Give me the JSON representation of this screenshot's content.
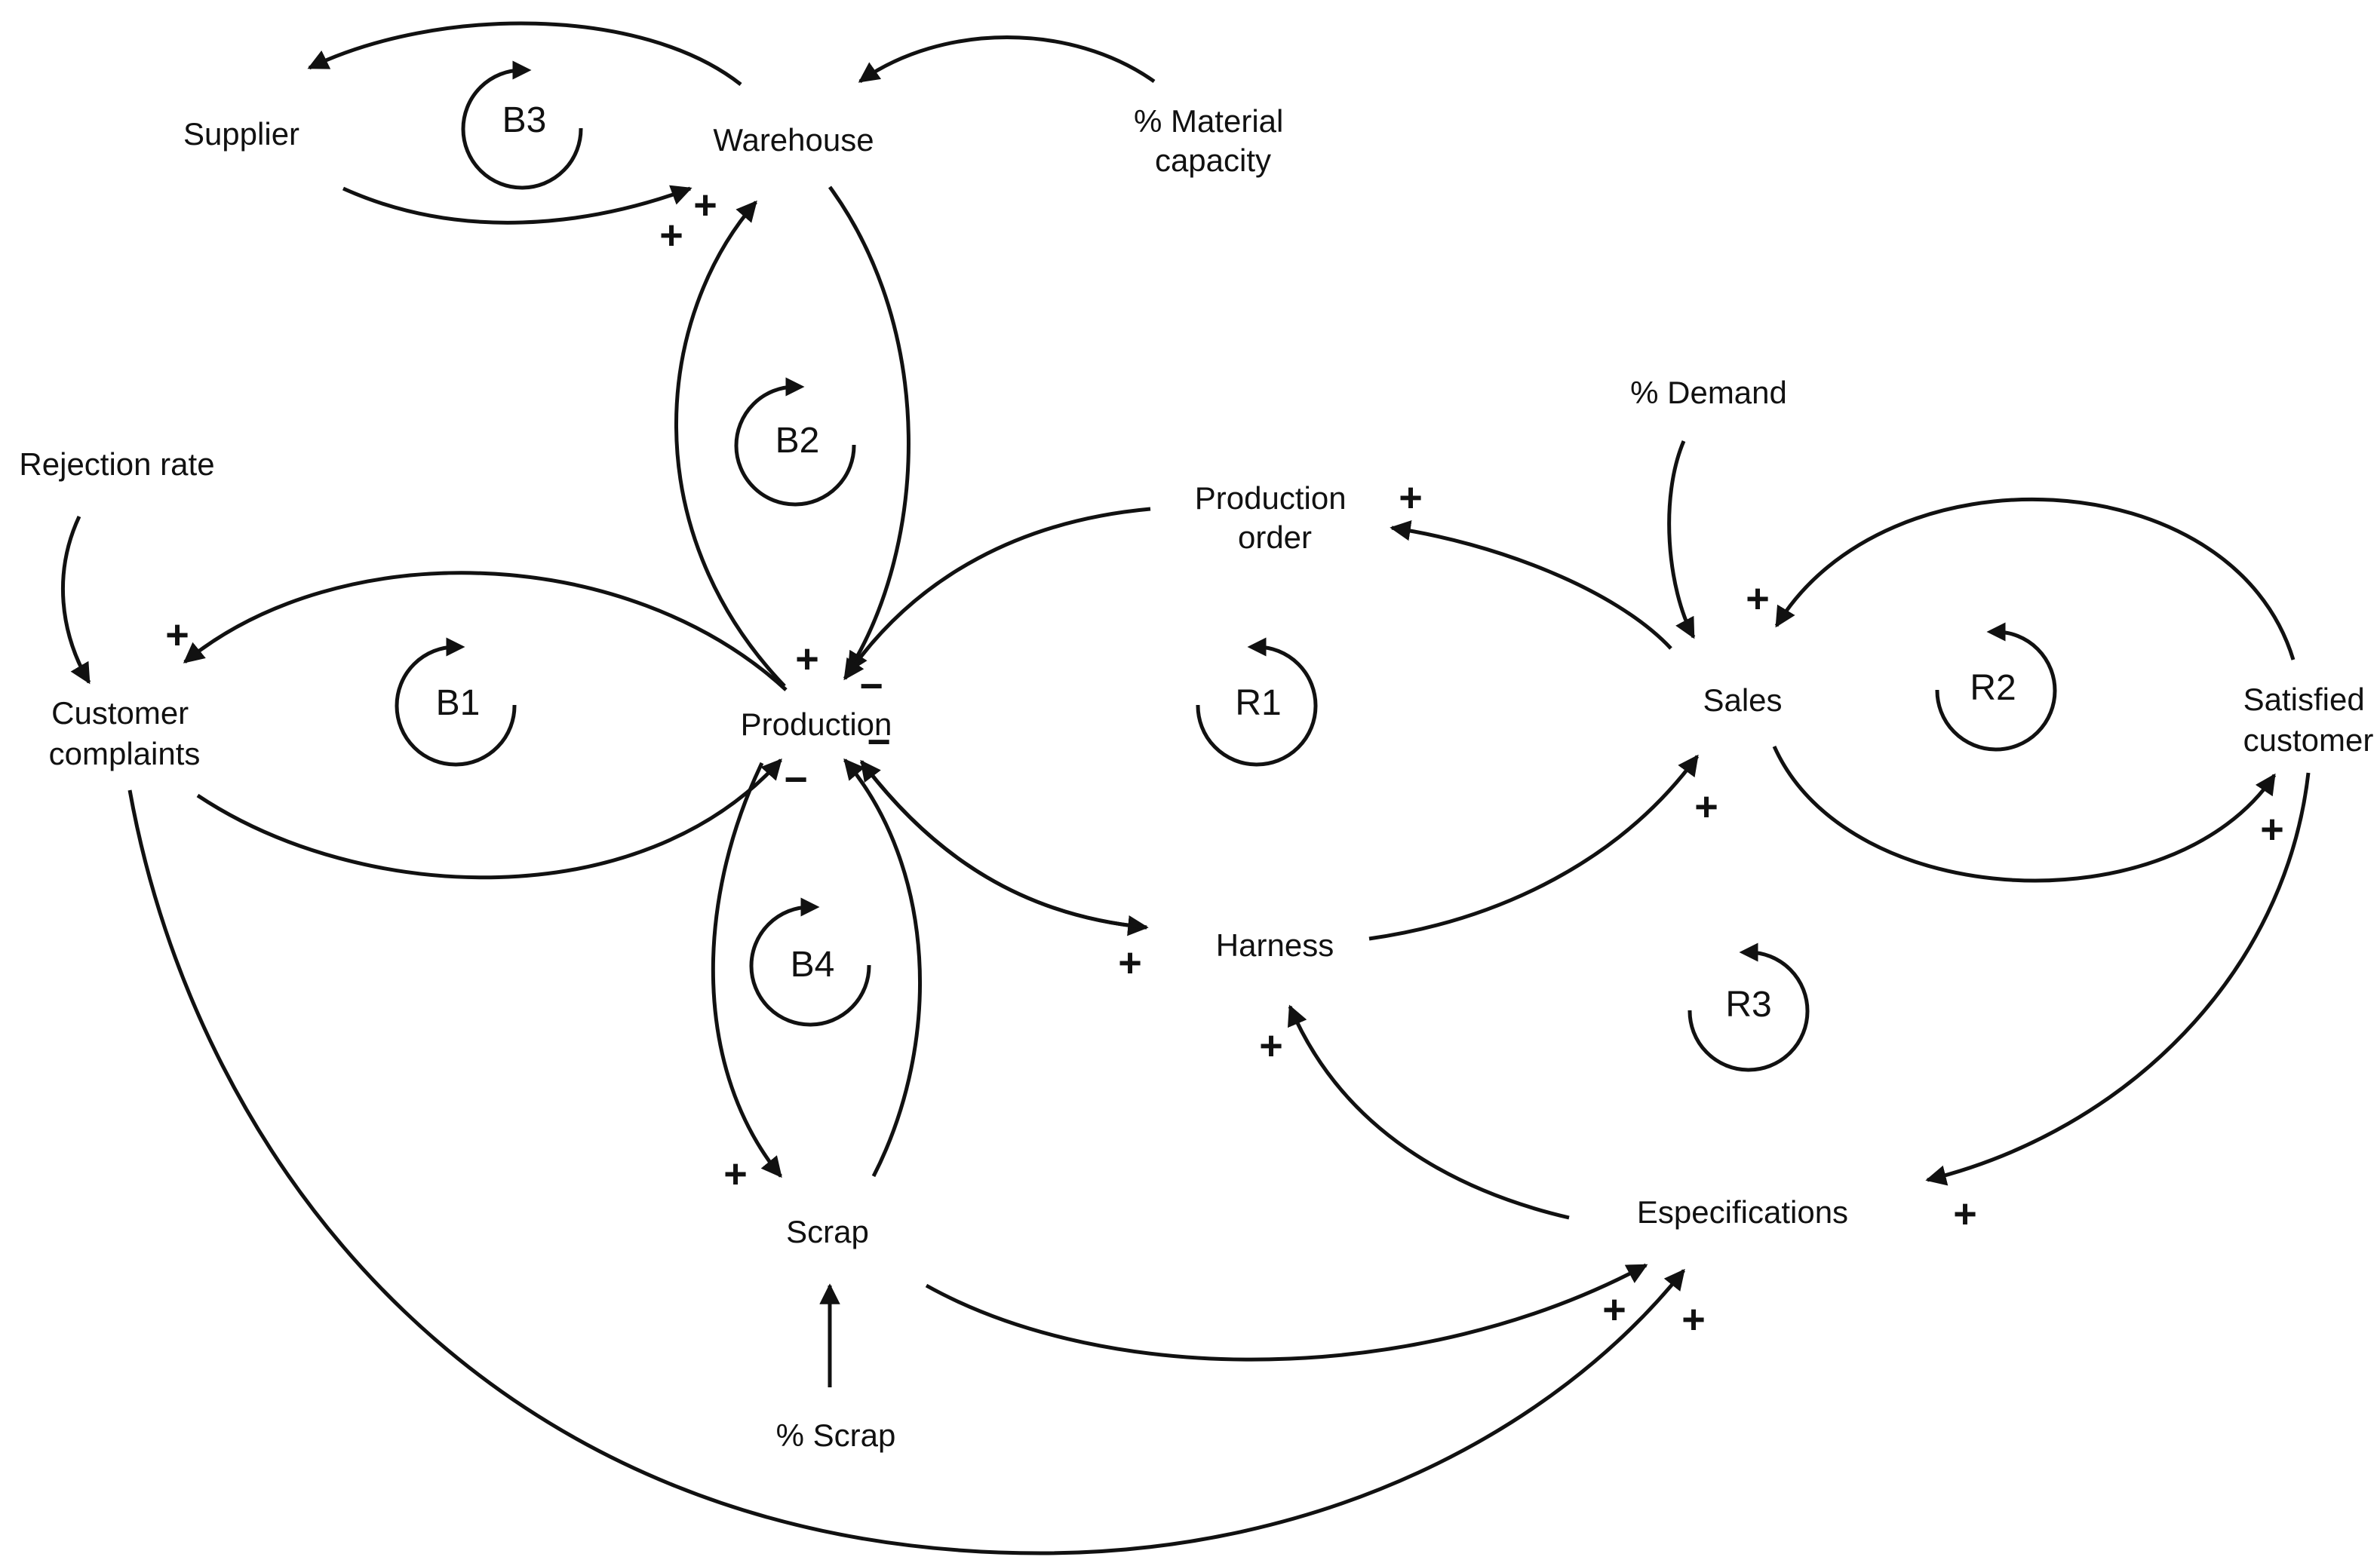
{
  "diagram_type": "causal loop diagram",
  "nodes": {
    "supplier": [
      "Supplier"
    ],
    "warehouse": [
      "Warehouse"
    ],
    "material_capacity": [
      "% Material",
      "capacity"
    ],
    "rejection_rate": [
      "Rejection rate"
    ],
    "customer_complaints": [
      "Customer",
      "complaints"
    ],
    "production": [
      "Production"
    ],
    "production_order": [
      "Production",
      "order"
    ],
    "demand": [
      "% Demand"
    ],
    "sales": [
      "Sales"
    ],
    "satisfied_customer": [
      "Satisfied",
      "customer"
    ],
    "harness": [
      "Harness"
    ],
    "scrap": [
      "Scrap"
    ],
    "scrap_pct": [
      "% Scrap"
    ],
    "especifications": [
      "Especifications"
    ]
  },
  "loops": [
    "B3",
    "B2",
    "B1",
    "B4",
    "R1",
    "R2",
    "R3"
  ],
  "links": [
    {
      "from": "Warehouse",
      "to": "Supplier",
      "polarity": ""
    },
    {
      "from": "Supplier",
      "to": "Warehouse",
      "polarity": "+"
    },
    {
      "from": "% Material capacity",
      "to": "Warehouse",
      "polarity": ""
    },
    {
      "from": "Production",
      "to": "Warehouse",
      "polarity": "+"
    },
    {
      "from": "Warehouse",
      "to": "Production",
      "polarity": "+"
    },
    {
      "from": "Rejection rate",
      "to": "Customer complaints",
      "polarity": ""
    },
    {
      "from": "Production",
      "to": "Customer complaints",
      "polarity": "+"
    },
    {
      "from": "Customer complaints",
      "to": "Production",
      "polarity": "−"
    },
    {
      "from": "Production order",
      "to": "Production",
      "polarity": "−"
    },
    {
      "from": "Sales",
      "to": "Production order",
      "polarity": "+"
    },
    {
      "from": "% Demand",
      "to": "Sales",
      "polarity": ""
    },
    {
      "from": "Satisfied customer",
      "to": "Sales",
      "polarity": "+"
    },
    {
      "from": "Sales",
      "to": "Satisfied customer",
      "polarity": "+"
    },
    {
      "from": "Harness",
      "to": "Sales",
      "polarity": "+"
    },
    {
      "from": "Production",
      "to": "Harness",
      "polarity": "+"
    },
    {
      "from": "Harness",
      "to": "Production",
      "polarity": ""
    },
    {
      "from": "Especifications",
      "to": "Harness",
      "polarity": "+"
    },
    {
      "from": "Satisfied customer",
      "to": "Especifications",
      "polarity": "+"
    },
    {
      "from": "Production",
      "to": "Scrap",
      "polarity": "+"
    },
    {
      "from": "Scrap",
      "to": "Production",
      "polarity": "−"
    },
    {
      "from": "% Scrap",
      "to": "Scrap",
      "polarity": ""
    },
    {
      "from": "Scrap",
      "to": "Especifications",
      "polarity": "+"
    },
    {
      "from": "Customer complaints",
      "to": "Especifications",
      "polarity": "+"
    }
  ],
  "signs": {
    "plus": "+",
    "minus": "−"
  }
}
